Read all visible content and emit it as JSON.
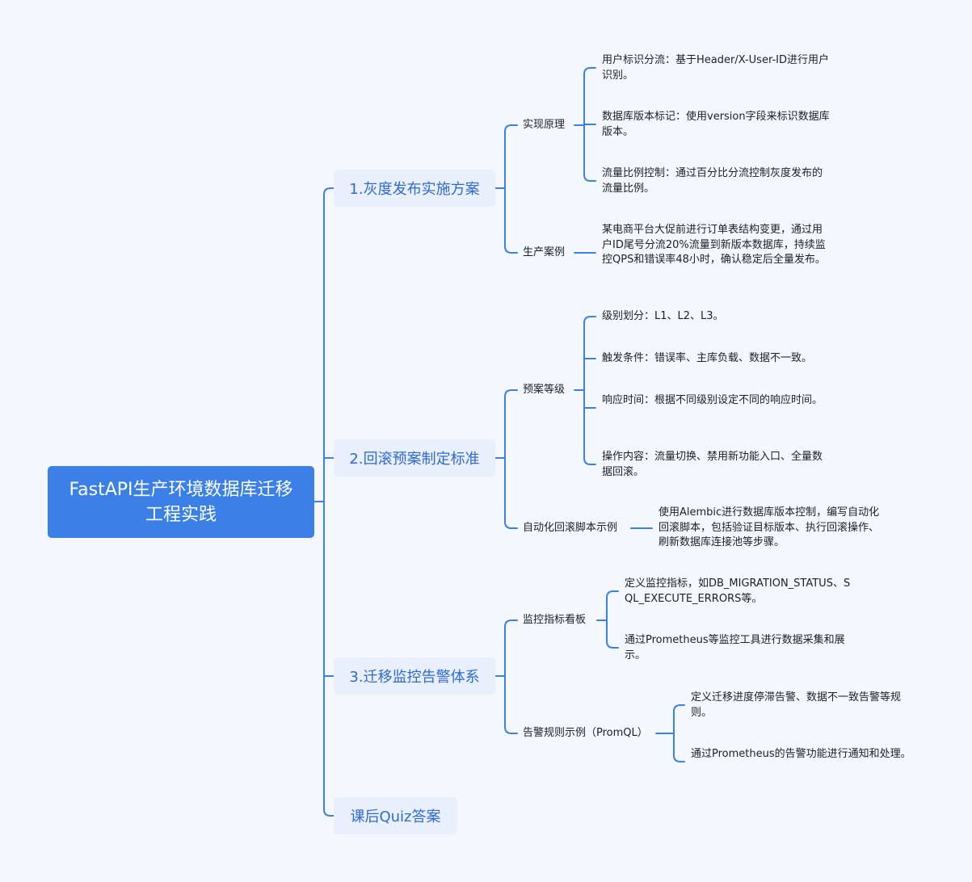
{
  "root": {
    "title": "FastAPI生产环境数据库迁移工程实践"
  },
  "branches": [
    {
      "label": "1.灰度发布实施方案",
      "children": [
        {
          "label": "实现原理",
          "leaves": [
            "用户标识分流：基于Header/X-User-ID进行用户识别。",
            "数据库版本标记：使用version字段来标识数据库版本。",
            "流量比例控制：通过百分比分流控制灰度发布的流量比例。"
          ]
        },
        {
          "label": "生产案例",
          "leaves": [
            "某电商平台大促前进行订单表结构变更，通过用户ID尾号分流20%流量到新版本数据库，持续监控QPS和错误率48小时，确认稳定后全量发布。"
          ]
        }
      ]
    },
    {
      "label": "2.回滚预案制定标准",
      "children": [
        {
          "label": "预案等级",
          "leaves": [
            "级别划分：L1、L2、L3。",
            "触发条件：错误率、主库负载、数据不一致。",
            "响应时间：根据不同级别设定不同的响应时间。",
            "操作内容：流量切换、禁用新功能入口、全量数据回滚。"
          ]
        },
        {
          "label": "自动化回滚脚本示例",
          "leaves": [
            "使用Alembic进行数据库版本控制，编写自动化回滚脚本，包括验证目标版本、执行回滚操作、刷新数据库连接池等步骤。"
          ]
        }
      ]
    },
    {
      "label": "3.迁移监控告警体系",
      "children": [
        {
          "label": "监控指标看板",
          "leaves": [
            "定义监控指标，如DB_MIGRATION_STATUS、SQL_EXECUTE_ERRORS等。",
            "通过Prometheus等监控工具进行数据采集和展示。"
          ]
        },
        {
          "label": "告警规则示例（PromQL）",
          "leaves": [
            "定义迁移进度停滞告警、数据不一致告警等规则。",
            "通过Prometheus的告警功能进行通知和处理。"
          ]
        }
      ]
    },
    {
      "label": "课后Quiz答案",
      "children": []
    }
  ]
}
